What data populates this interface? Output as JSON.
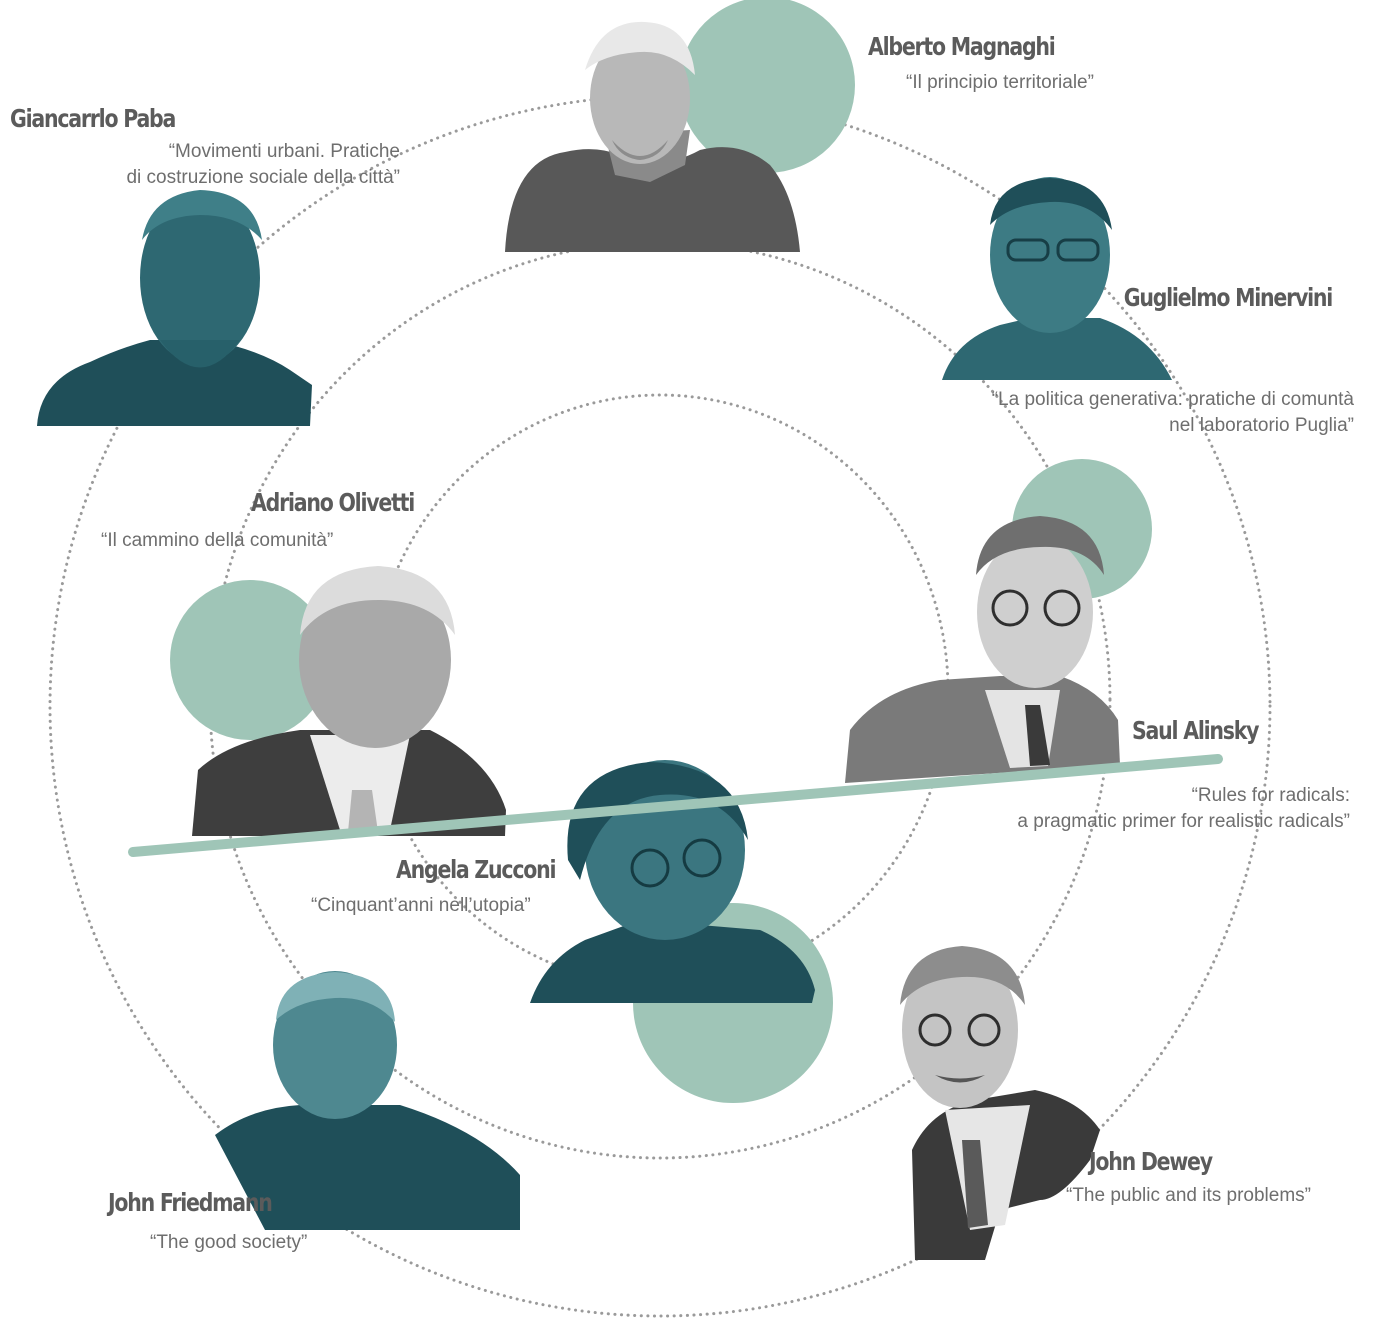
{
  "colors": {
    "accent": "#9fc5b7",
    "teal_photo": "#2e6872",
    "teal_dark": "#1f4f59",
    "gray_photo": "#4a4a4a",
    "ring": "#9a9a9a"
  },
  "people": {
    "magnaghi": {
      "name": "Alberto Magnaghi",
      "quote": [
        "“Il principio territoriale”"
      ]
    },
    "paba": {
      "name": "Giancarrlo Paba",
      "quote": [
        "“Movimenti urbani. Pratiche",
        "di costruzione sociale della città”"
      ]
    },
    "minervini": {
      "name": "Guglielmo Minervini",
      "quote": [
        "“La politica generativa: pratiche di comuntà",
        "nel laboratorio Puglia”"
      ]
    },
    "olivetti": {
      "name": "Adriano Olivetti",
      "quote": [
        "“Il cammino della comunità”"
      ]
    },
    "alinsky": {
      "name": "Saul Alinsky",
      "quote": [
        "“Rules for radicals:",
        "a pragmatic primer for realistic radicals”"
      ]
    },
    "zucconi": {
      "name": "Angela Zucconi",
      "quote": [
        "“Cinquant’anni nell’utopia”"
      ]
    },
    "dewey": {
      "name": "John Dewey",
      "quote": [
        "“The public and its problems”"
      ]
    },
    "friedmann": {
      "name": "John Friedmann",
      "quote": [
        "“The good society”"
      ]
    }
  }
}
